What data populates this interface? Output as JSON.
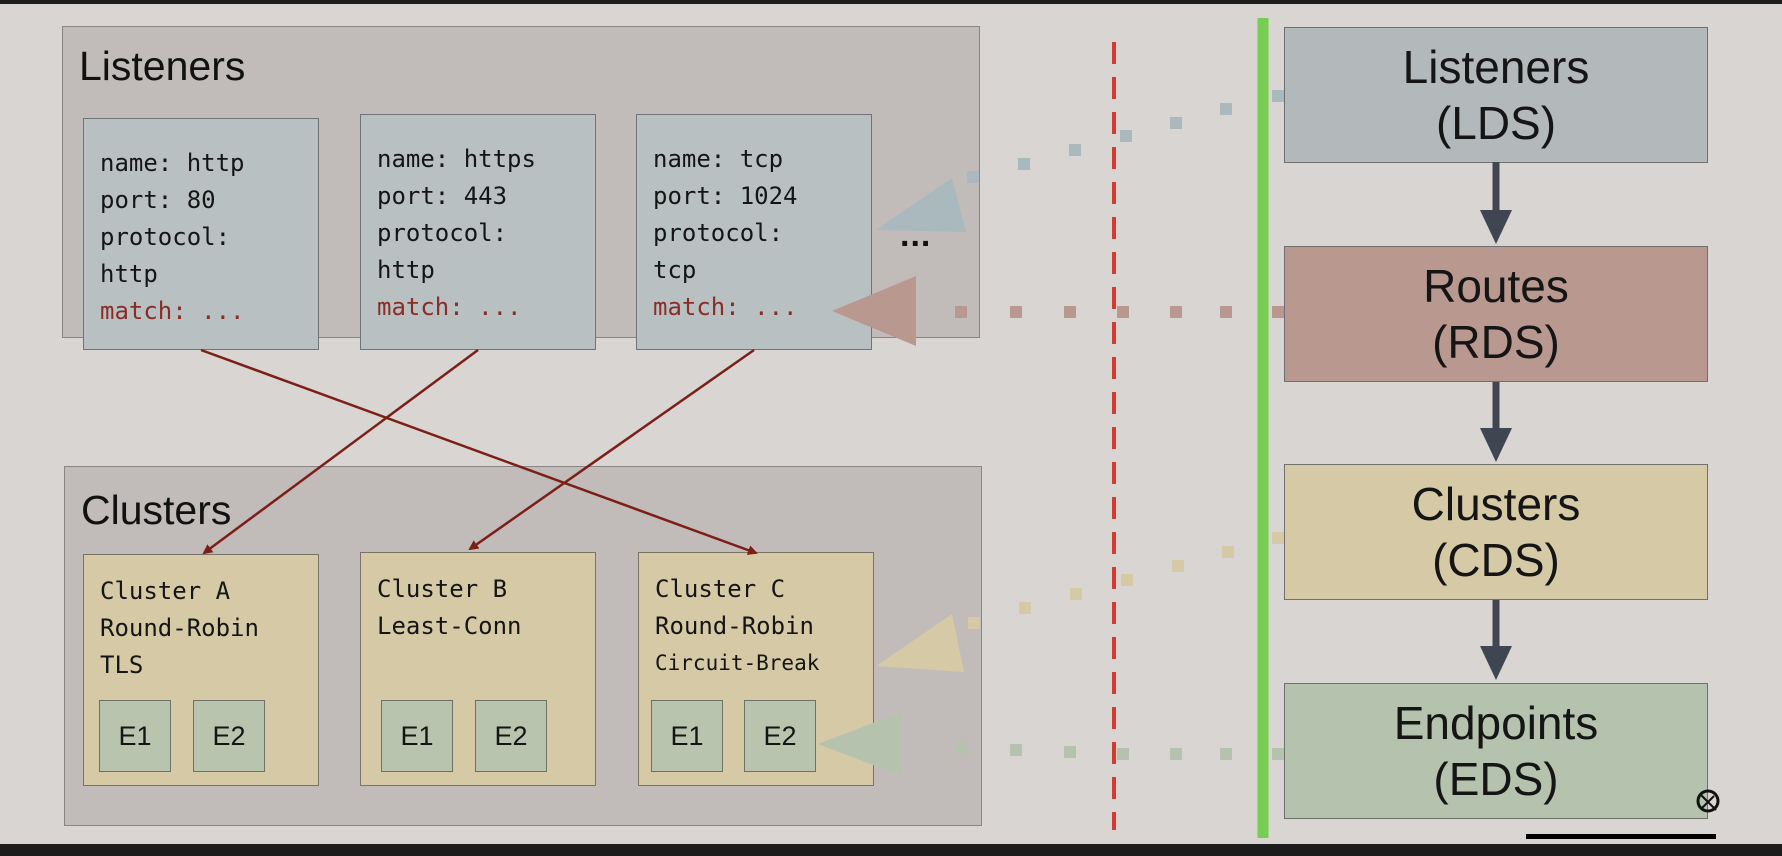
{
  "left": {
    "listeners_title": "Listeners",
    "clusters_title": "Clusters",
    "ellipsis": "..."
  },
  "listeners": [
    {
      "name": "name: http",
      "port": "port: 80",
      "protocol_label": "protocol:",
      "protocol": "http",
      "match": "match: ..."
    },
    {
      "name": "name: https",
      "port": "port: 443",
      "protocol_label": "protocol:",
      "protocol": "http",
      "match": "match: ..."
    },
    {
      "name": "name: tcp",
      "port": "port: 1024",
      "protocol_label": "protocol:",
      "protocol": "tcp",
      "match": "match: ..."
    }
  ],
  "clusters": [
    {
      "name": "Cluster A",
      "policy": "Round-Robin",
      "extra": "TLS",
      "endpoints": [
        "E1",
        "E2"
      ]
    },
    {
      "name": "Cluster B",
      "policy": "Least-Conn",
      "endpoints": [
        "E1",
        "E2"
      ]
    },
    {
      "name": "Cluster C",
      "policy": "Round-Robin",
      "extra": "Circuit-Break",
      "endpoints": [
        "E1",
        "E2"
      ]
    }
  ],
  "xds": [
    {
      "title": "Listeners",
      "abbr": "(LDS)",
      "color": "#b3b9bb"
    },
    {
      "title": "Routes",
      "abbr": "(RDS)",
      "color": "#b99890"
    },
    {
      "title": "Clusters",
      "abbr": "(CDS)",
      "color": "#d5c9a6"
    },
    {
      "title": "Endpoints",
      "abbr": "(EDS)",
      "color": "#b5c2ae"
    }
  ],
  "colors": {
    "route_arrow": "#7b1f17",
    "separator": "#d23c2f",
    "boundary": "#77cc52",
    "match_text": "#8a2d26"
  }
}
